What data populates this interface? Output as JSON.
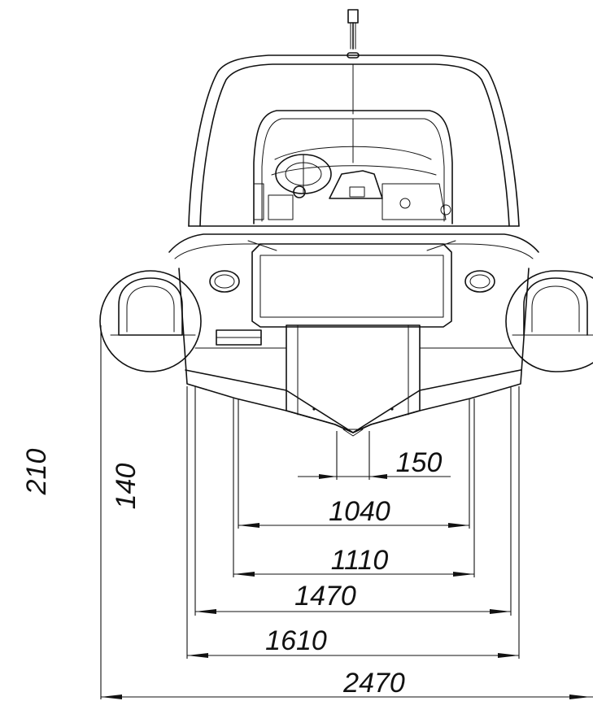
{
  "dimensions": {
    "overall_height": "210",
    "tube_height": "140",
    "width_150": "150",
    "width_1040": "1040",
    "width_1110": "1110",
    "width_1470": "1470",
    "width_1610": "1610",
    "width_2470": "2470"
  }
}
